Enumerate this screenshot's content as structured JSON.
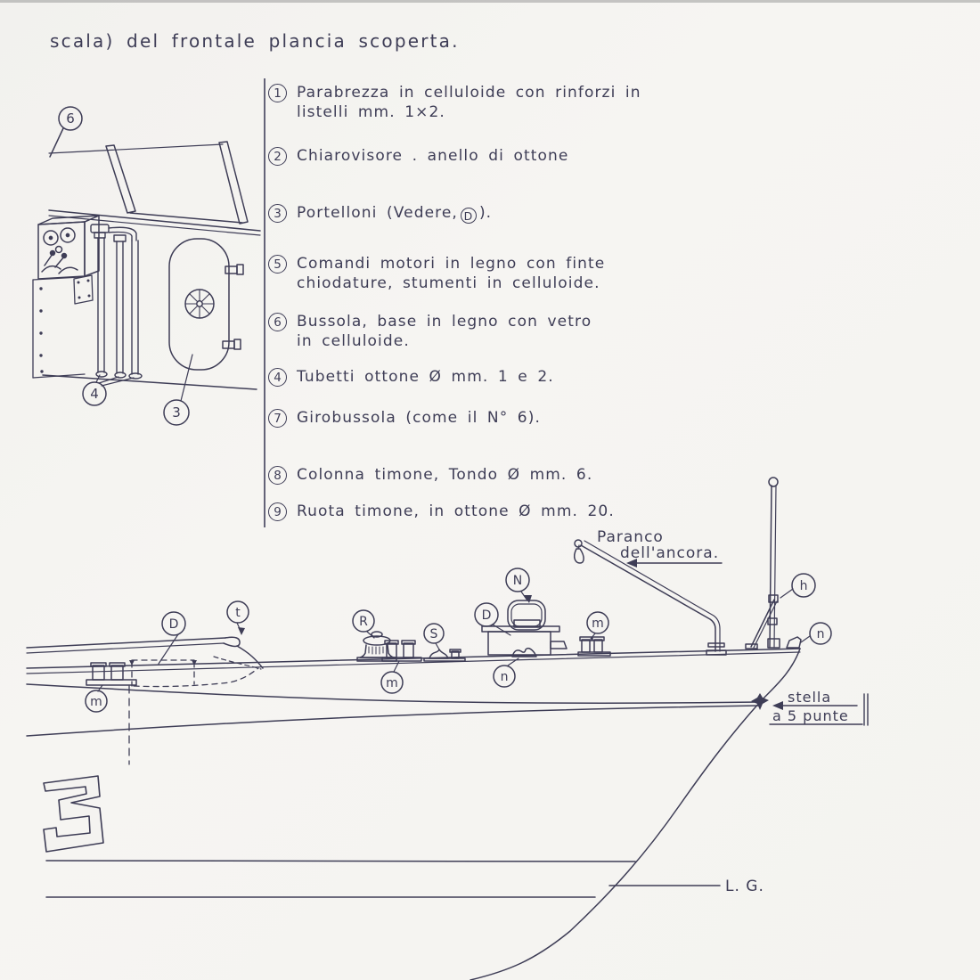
{
  "page": {
    "title": "scala) del frontale plancia scoperta."
  },
  "colors": {
    "ink": "#3e3d56",
    "paper": "#f4f3f0"
  },
  "legend": {
    "items": [
      {
        "num": "1",
        "line1": "Parabrezza in celluloide con rinforzi in",
        "line2": "listelli mm. 1×2."
      },
      {
        "num": "2",
        "line1": "Chiarovisore . anello di ottone"
      },
      {
        "num": "3",
        "pre": "Portelloni (Vedere,",
        "inline_circle": "D",
        "post": ")."
      },
      {
        "num": "5",
        "line1": "Comandi motori in legno con finte",
        "line2": "chiodature, stumenti in celluloide."
      },
      {
        "num": "6",
        "line1": "Bussola, base in legno con vetro",
        "line2": "in celluloide."
      },
      {
        "num": "4",
        "line1": "Tubetti  ottone  Ø mm. 1 e 2."
      },
      {
        "num": "7",
        "line1": "Girobussola  (come il N° 6)."
      },
      {
        "num": "8",
        "line1": "Colonna timone, Tondo  Ø mm. 6."
      },
      {
        "num": "9",
        "line1": "Ruota timone, in ottone  Ø mm. 20."
      }
    ]
  },
  "detail_drawing": {
    "labels": {
      "windshield": "6",
      "tubes": "4",
      "door": "3"
    }
  },
  "boat": {
    "annotations": {
      "davit_label_line1": "Paranco",
      "davit_label_line2": "dell'ancora.",
      "star_label_line1": "stella",
      "star_label_line2": "a 5 punte",
      "waterline_label": "L. G.",
      "hull_number": "3"
    },
    "part_labels": {
      "d_aft": "D",
      "t_coaming": "t",
      "m_aft": "m",
      "r_capstan": "R",
      "m_mid": "m",
      "s_cleat": "S",
      "d_deckhouse": "D",
      "n_hatch": "N",
      "n_fairlead": "n",
      "m_fwd": "m",
      "h_mast": "h",
      "n_bow": "n"
    }
  }
}
